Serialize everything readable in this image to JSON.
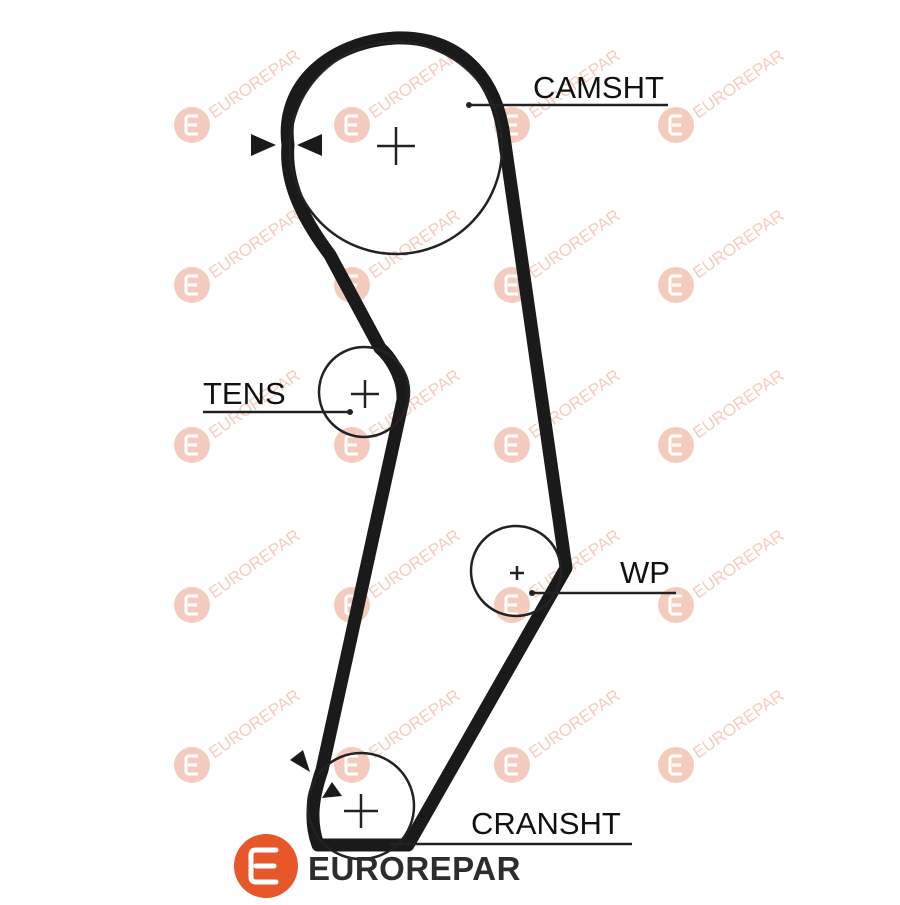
{
  "diagram": {
    "labels": {
      "camshaft": "CAMSHT",
      "tensioner": "TENS",
      "water_pump": "WP",
      "crankshaft": "CRANSHT"
    }
  },
  "brand": {
    "name": "EUROREPAR",
    "watermark_text": "EUROREPAR",
    "logo_letter": "E"
  },
  "colors": {
    "belt": "#1a1a1a",
    "pulley_outline": "#222222",
    "brand_orange": "#e8572a",
    "watermark": "#f3c4b2",
    "brand_text": "#2d2d2d"
  },
  "icons": {
    "timing_marks": "arrowhead-triangles",
    "pulley_centers": "plus-cross",
    "logo": "circle-e-logo"
  }
}
